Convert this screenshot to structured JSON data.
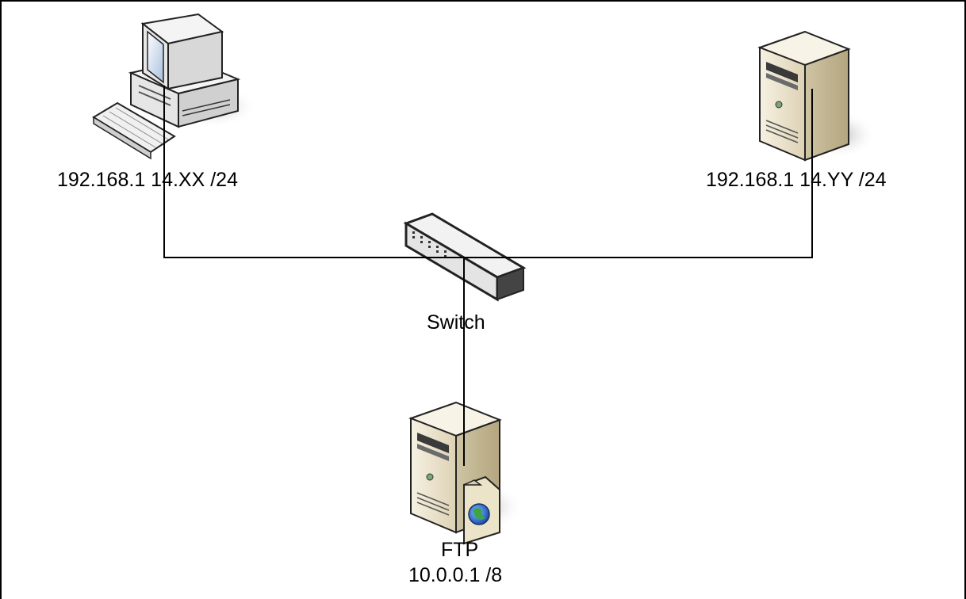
{
  "diagram": {
    "nodes": {
      "workstation": {
        "label": "192.168.1 14.XX /24",
        "icon": "desktop-computer-icon"
      },
      "server": {
        "label": "192.168.1 14.YY /24",
        "icon": "tower-server-icon"
      },
      "switch": {
        "label": "Switch",
        "icon": "network-switch-icon"
      },
      "ftp": {
        "name": "FTP",
        "address": "10.0.0.1 /8",
        "icon": "ftp-server-icon"
      }
    },
    "colors": {
      "server_body": "#e8e0c8",
      "server_shade": "#c8bc98",
      "monitor_screen": "#cfdcec",
      "pc_body": "#f2f2f2",
      "line": "#000000"
    }
  }
}
